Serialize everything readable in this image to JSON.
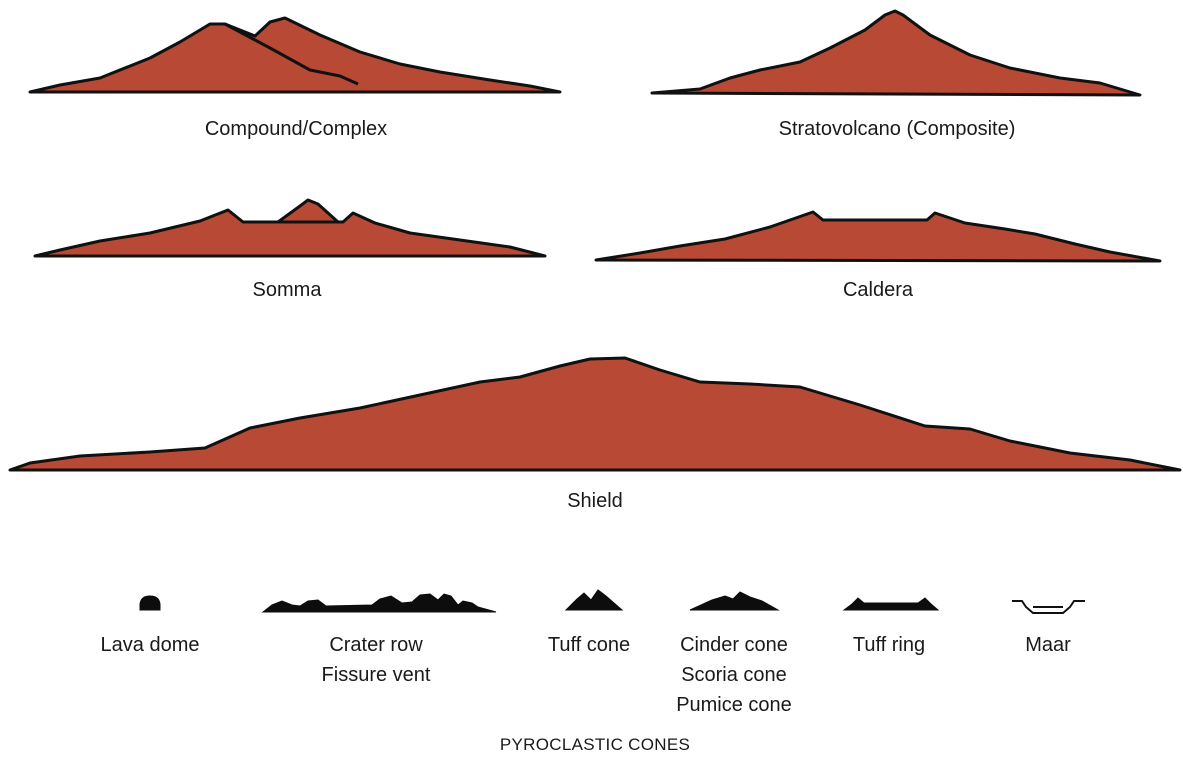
{
  "colors": {
    "volcano_fill": "#b84a35",
    "outline": "#111111",
    "small_fill": "#0d0d0d"
  },
  "volcanoes": {
    "compound": {
      "label": "Compound/Complex",
      "icon": "compound-volcano-profile"
    },
    "strato": {
      "label": "Stratovolcano (Composite)",
      "icon": "stratovolcano-profile"
    },
    "somma": {
      "label": "Somma",
      "icon": "somma-volcano-profile"
    },
    "caldera": {
      "label": "Caldera",
      "icon": "caldera-profile"
    },
    "shield": {
      "label": "Shield",
      "icon": "shield-volcano-profile"
    }
  },
  "pyroclastic": {
    "heading": "PYROCLASTIC CONES",
    "lava_dome": {
      "lines": [
        "Lava dome"
      ]
    },
    "crater_row": {
      "lines": [
        "Crater row",
        "Fissure vent"
      ]
    },
    "tuff_cone": {
      "lines": [
        "Tuff cone"
      ]
    },
    "cinder_cone": {
      "lines": [
        "Cinder cone",
        "Scoria cone",
        "Pumice cone"
      ]
    },
    "tuff_ring": {
      "lines": [
        "Tuff ring"
      ]
    },
    "maar": {
      "lines": [
        "Maar"
      ]
    }
  }
}
